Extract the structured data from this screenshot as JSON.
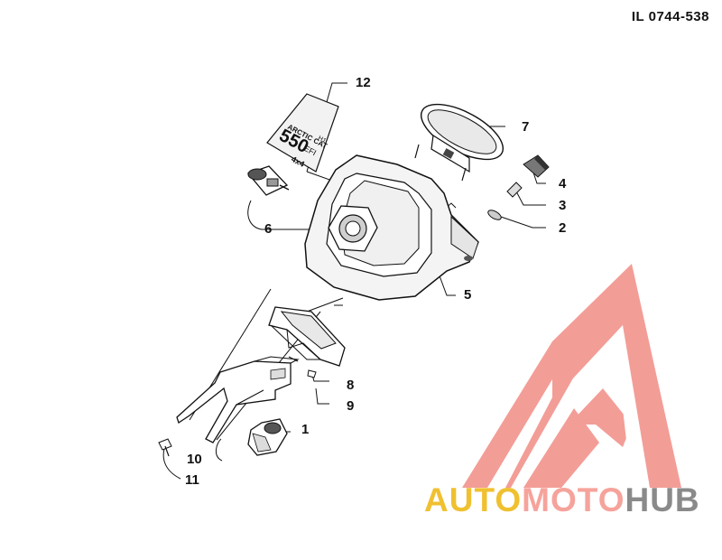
{
  "illustration_code": "IL 0744-538",
  "callouts": [
    {
      "number": "1"
    },
    {
      "number": "2"
    },
    {
      "number": "3"
    },
    {
      "number": "4"
    },
    {
      "number": "5"
    },
    {
      "number": "6"
    },
    {
      "number": "7"
    },
    {
      "number": "8"
    },
    {
      "number": "9"
    },
    {
      "number": "10"
    },
    {
      "number": "11"
    },
    {
      "number": "12"
    }
  ],
  "decal": {
    "brand": "ARCTIC CAT",
    "model": "550",
    "suffix": "H1",
    "efi": "EFI",
    "drive": "4x4"
  },
  "watermark": {
    "part1": "AUTO",
    "part2": "MOTO",
    "part3": "HUB",
    "colors": {
      "auto": "#f0c030",
      "moto": "#f6a39b",
      "hub": "#8a8a8a",
      "logo": "#f28c85"
    }
  }
}
